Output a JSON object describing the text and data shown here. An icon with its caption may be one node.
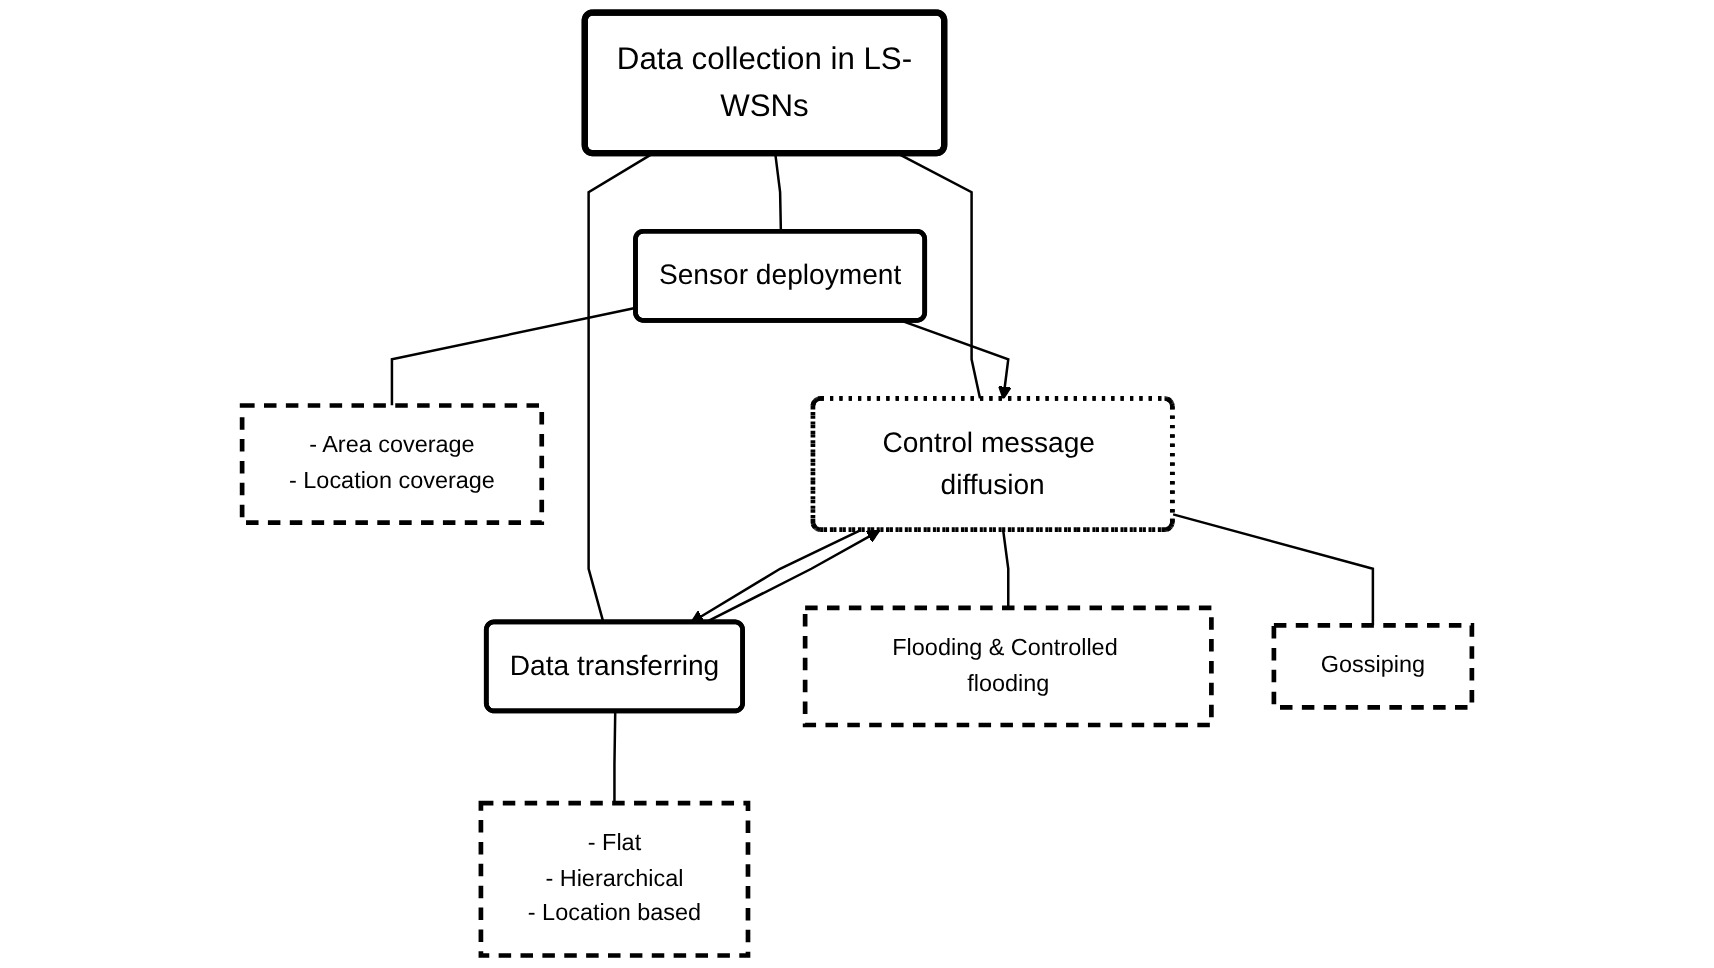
{
  "diagram": {
    "nodes": [
      {
        "text": [
          "Data collection in LS-WSNs"
        ]
      },
      {
        "text": [
          "Sensor deployment"
        ]
      },
      {
        "text": [
          "Data transferring"
        ]
      },
      {
        "text": [
          "- Area coverage",
          "- Location coverage"
        ]
      },
      {
        "text": [
          "Control message diffusion"
        ]
      },
      {
        "text": [
          "- Flat",
          "- Hierarchical",
          "- Location based"
        ]
      },
      {
        "text": [
          "Flooding & Controlled flooding"
        ]
      },
      {
        "text": [
          "Gossiping"
        ]
      }
    ],
    "edges": [
      {
        "from": 0,
        "to": 1,
        "arrow": "none"
      },
      {
        "from": 0,
        "to": 2,
        "arrow": "none"
      },
      {
        "from": 0,
        "to": 4,
        "arrow": "none"
      },
      {
        "from": 1,
        "to": 3,
        "arrow": "none"
      },
      {
        "from": 1,
        "to": 4,
        "arrow": "to"
      },
      {
        "from": 4,
        "to": 2,
        "arrow": "to"
      },
      {
        "from": 2,
        "to": 4,
        "arrow": "to"
      },
      {
        "from": 2,
        "to": 5,
        "arrow": "none"
      },
      {
        "from": 4,
        "to": 6,
        "arrow": "none"
      },
      {
        "from": 4,
        "to": 7,
        "arrow": "none"
      }
    ]
  }
}
